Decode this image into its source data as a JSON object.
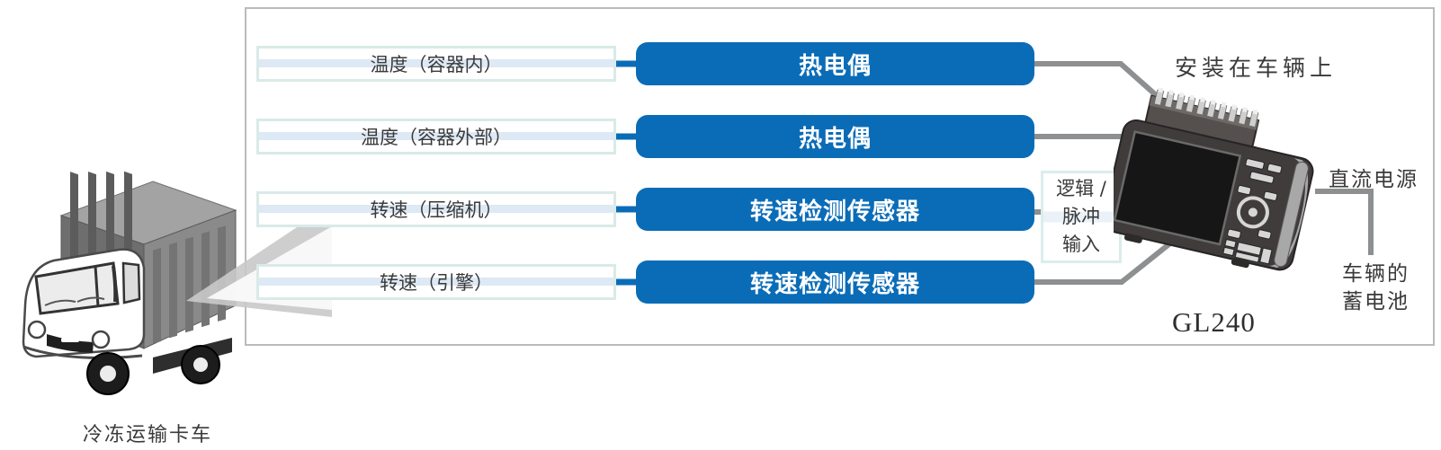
{
  "diagram": {
    "truck": {
      "caption": "冷冻运输卡车"
    },
    "rows": [
      {
        "label": "温度（容器内）",
        "sensor": "热电偶"
      },
      {
        "label": "温度（容器外部）",
        "sensor": "热电偶"
      },
      {
        "label": "转速（压缩机）",
        "sensor": "转速检测传感器"
      },
      {
        "label": "转速（引擎）",
        "sensor": "转速检测传感器"
      }
    ],
    "logic_box": {
      "line1": "逻辑 /",
      "line2": "脉冲",
      "line3": "输入"
    },
    "device": {
      "model": "GL240",
      "mount_label": "安装在车辆上"
    },
    "power": {
      "dc_label": "直流电源",
      "battery_line1": "车辆的",
      "battery_line2": "蓄电池"
    },
    "colors": {
      "pill_blue": "#0a6cb7",
      "connector_gray": "#8d8f91",
      "io_box_border": "#d9eae8",
      "stripe_blue": "#dde9f5",
      "frame_border": "#b9bbbd"
    },
    "icons": {
      "truck_illustration": "refrigerated-truck-icon",
      "device_illustration": "gl240-data-logger-icon"
    }
  }
}
